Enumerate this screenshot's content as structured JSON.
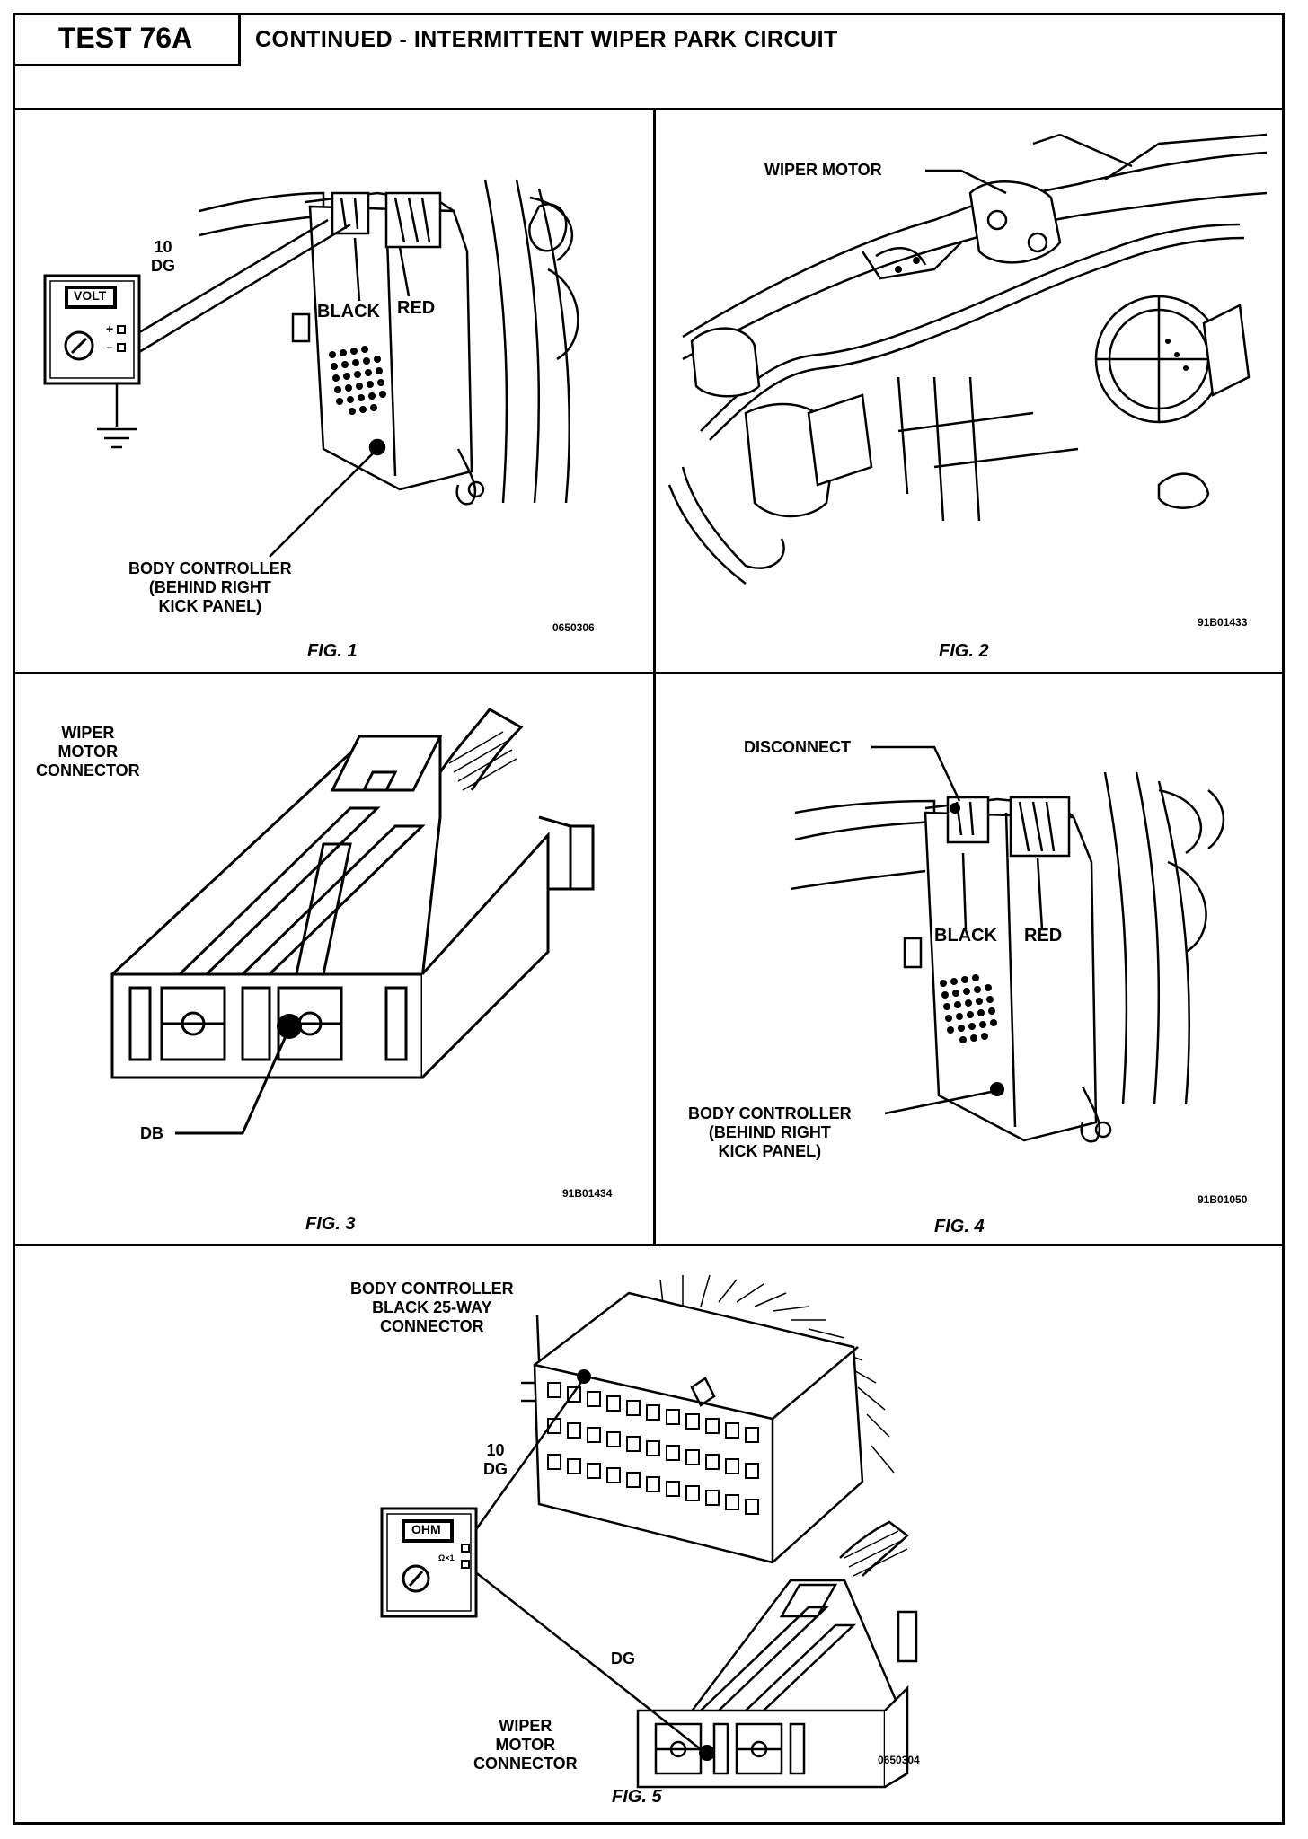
{
  "header": {
    "test_id": "TEST 76A",
    "title": "CONTINUED - INTERMITTENT WIPER PARK CIRCUIT"
  },
  "fig1": {
    "caption": "FIG. 1",
    "wire_label_line1": "10",
    "wire_label_line2": "DG",
    "meter_label": "VOLT",
    "meter_plus": "+",
    "meter_minus": "–",
    "black_label": "BLACK",
    "red_label": "RED",
    "module_line1": "BODY CONTROLLER",
    "module_line2": "(BEHIND RIGHT",
    "module_line3": "KICK PANEL)",
    "image_code": "0650306"
  },
  "fig2": {
    "caption": "FIG. 2",
    "motor_label": "WIPER MOTOR",
    "image_code": "91B01433"
  },
  "fig3": {
    "caption": "FIG. 3",
    "title_line1": "WIPER",
    "title_line2": "MOTOR",
    "title_line3": "CONNECTOR",
    "pin_label": "DB",
    "image_code": "91B01434"
  },
  "fig4": {
    "caption": "FIG. 4",
    "disconnect_label": "DISCONNECT",
    "black_label": "BLACK",
    "red_label": "RED",
    "module_line1": "BODY CONTROLLER",
    "module_line2": "(BEHIND RIGHT",
    "module_line3": "KICK PANEL)",
    "image_code": "91B01050"
  },
  "fig5": {
    "caption": "FIG. 5",
    "connector_line1": "BODY CONTROLLER",
    "connector_line2": "BLACK 25-WAY",
    "connector_line3": "CONNECTOR",
    "wire_label_line1": "10",
    "wire_label_line2": "DG",
    "meter_label": "OHM",
    "meter_range": "Ω×1",
    "dg_label": "DG",
    "motor_line1": "WIPER",
    "motor_line2": "MOTOR",
    "motor_line3": "CONNECTOR",
    "image_code": "0650304"
  }
}
